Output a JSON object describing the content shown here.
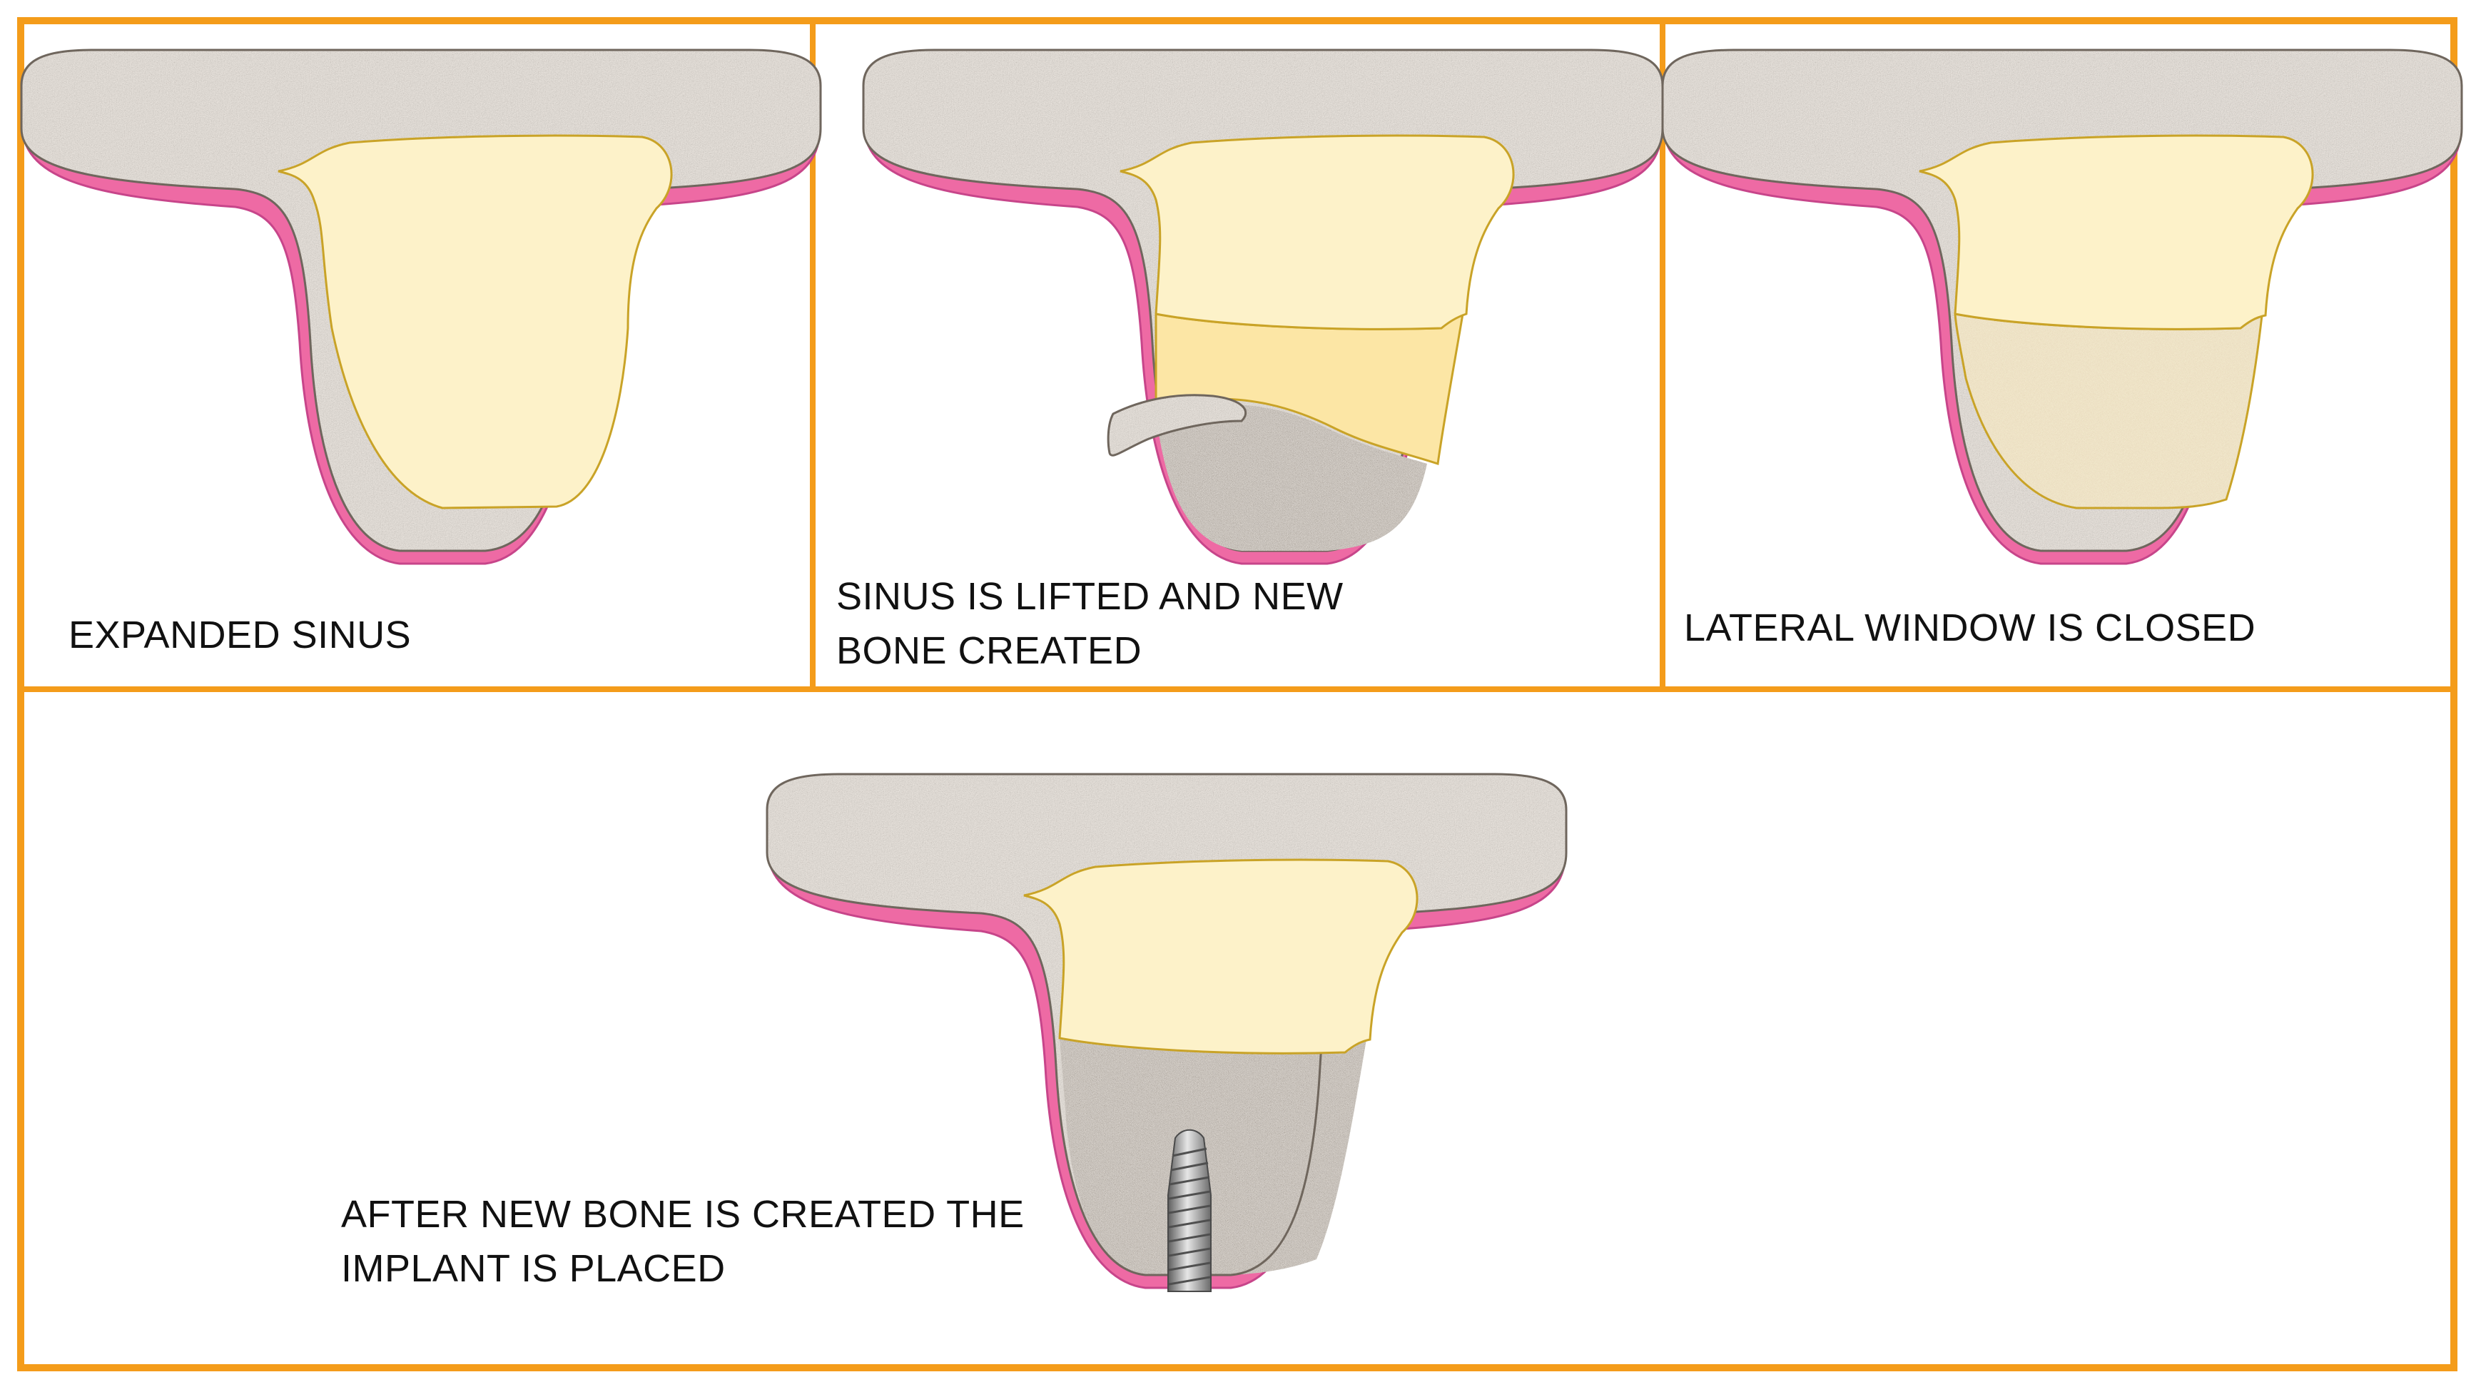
{
  "colors": {
    "frame": "#f49c1a",
    "gum": "#ee6aa4",
    "gum_edge": "#c7458a",
    "bone": "#b5ada4",
    "bone_dark": "#6f665d",
    "sinus": "#fdf2c9",
    "sinus_edge": "#c9a327",
    "membrane": "#fce6a5",
    "graft": "#d9c79d",
    "new_bone": "#9b9187",
    "implant": "#a8a8a8",
    "implant_dark": "#5e5e5e"
  },
  "panels": [
    {
      "id": "expanded-sinus",
      "caption": "EXPANDED SINUS"
    },
    {
      "id": "sinus-lifted",
      "caption": "SINUS IS LIFTED AND NEW\nBONE CREATED"
    },
    {
      "id": "window-closed",
      "caption": "LATERAL WINDOW IS CLOSED"
    },
    {
      "id": "implant-placed",
      "caption": "AFTER NEW BONE IS CREATED THE\nIMPLANT IS PLACED"
    }
  ]
}
